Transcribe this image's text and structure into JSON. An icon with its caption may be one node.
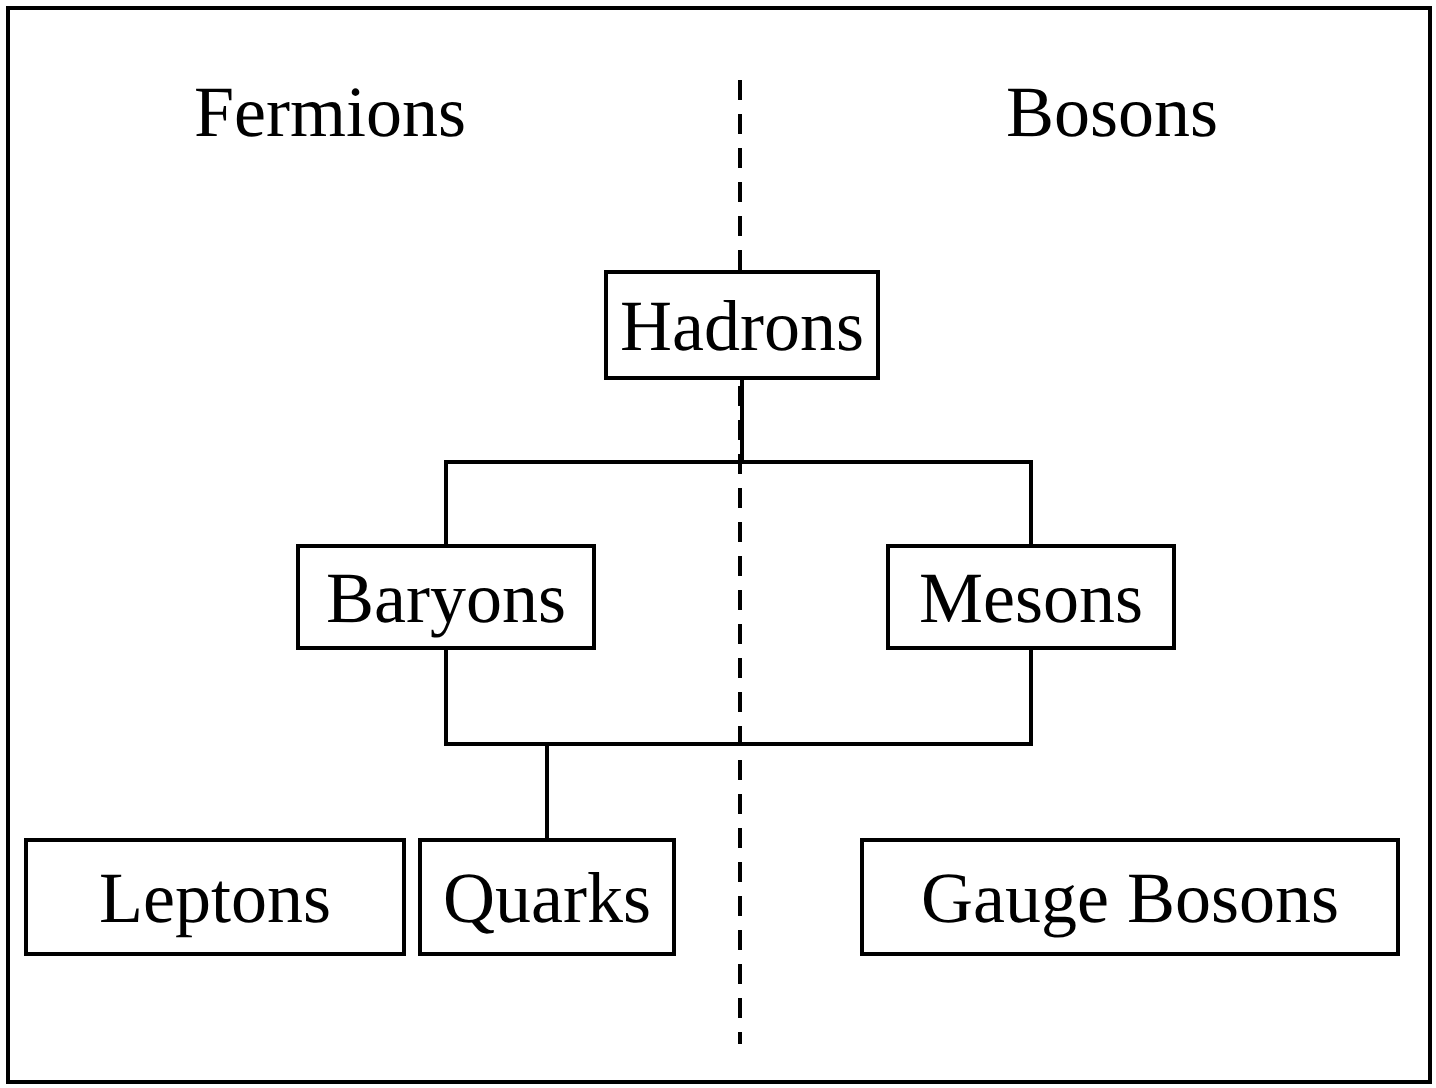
{
  "diagram": {
    "nodes": [
      {
        "text": [
          "Hadrons"
        ]
      },
      {
        "text": [
          "Baryons"
        ]
      },
      {
        "text": [
          "Mesons"
        ]
      },
      {
        "text": [
          "Leptons"
        ]
      },
      {
        "text": [
          "Quarks"
        ]
      },
      {
        "text": [
          "Gauge Bosons"
        ]
      }
    ],
    "edges": [
      {
        "from": 0,
        "to": 1,
        "arrow": "none"
      },
      {
        "from": 0,
        "to": 2,
        "arrow": "none"
      },
      {
        "from": 1,
        "to": 4,
        "arrow": "none"
      },
      {
        "from": 2,
        "to": 4,
        "arrow": "none"
      }
    ],
    "labels": [
      "Fermions",
      "Bosons"
    ]
  }
}
